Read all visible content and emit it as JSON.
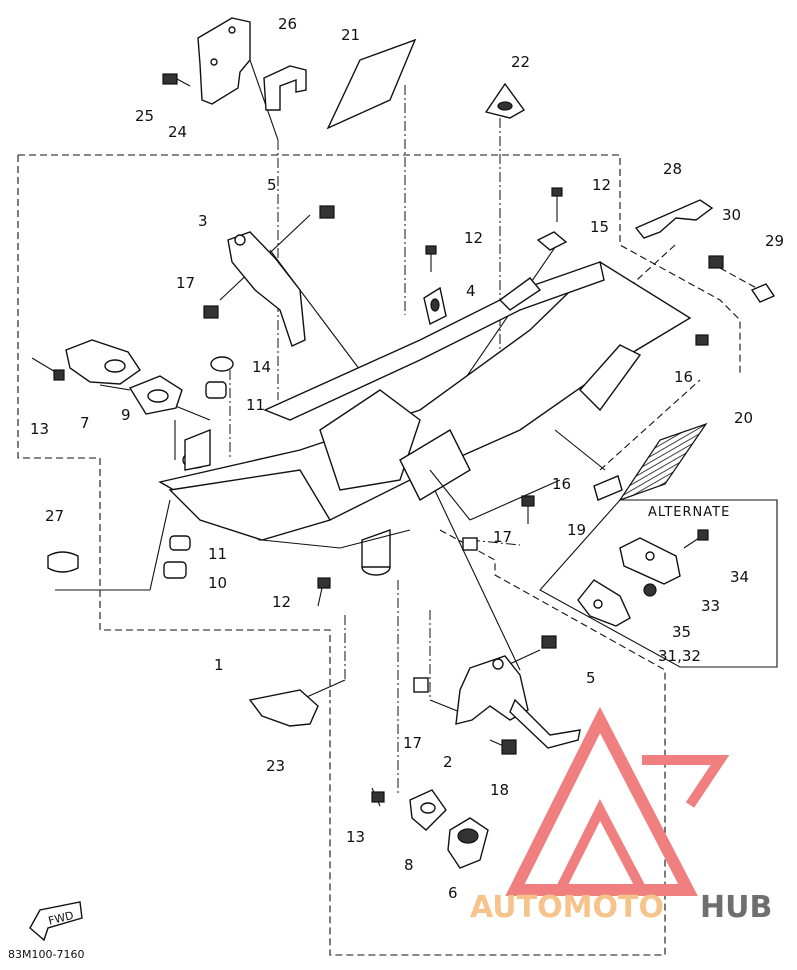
{
  "diagram": {
    "code": "83M100-7160",
    "alternate_label": "ALTERNATE",
    "fwd_label": "FWD",
    "watermark": {
      "part1": "AUTOMOTO",
      "part2": "HUB",
      "color1": "#f6c48a",
      "color2": "#6f6f6f",
      "logo_color": "#f08080"
    },
    "callouts": [
      {
        "id": "c1",
        "text": "1"
      },
      {
        "id": "c2",
        "text": "2"
      },
      {
        "id": "c3",
        "text": "3"
      },
      {
        "id": "c4",
        "text": "4"
      },
      {
        "id": "c5a",
        "text": "5"
      },
      {
        "id": "c5b",
        "text": "5"
      },
      {
        "id": "c6",
        "text": "6"
      },
      {
        "id": "c7",
        "text": "7"
      },
      {
        "id": "c8",
        "text": "8"
      },
      {
        "id": "c9",
        "text": "9"
      },
      {
        "id": "c10",
        "text": "10"
      },
      {
        "id": "c11a",
        "text": "11"
      },
      {
        "id": "c11b",
        "text": "11"
      },
      {
        "id": "c12a",
        "text": "12"
      },
      {
        "id": "c12b",
        "text": "12"
      },
      {
        "id": "c12c",
        "text": "12"
      },
      {
        "id": "c13a",
        "text": "13"
      },
      {
        "id": "c13b",
        "text": "13"
      },
      {
        "id": "c14",
        "text": "14"
      },
      {
        "id": "c15",
        "text": "15"
      },
      {
        "id": "c16a",
        "text": "16"
      },
      {
        "id": "c16b",
        "text": "16"
      },
      {
        "id": "c17a",
        "text": "17"
      },
      {
        "id": "c17b",
        "text": "17"
      },
      {
        "id": "c17c",
        "text": "17"
      },
      {
        "id": "c18",
        "text": "18"
      },
      {
        "id": "c19",
        "text": "19"
      },
      {
        "id": "c20",
        "text": "20"
      },
      {
        "id": "c21",
        "text": "21"
      },
      {
        "id": "c22",
        "text": "22"
      },
      {
        "id": "c23",
        "text": "23"
      },
      {
        "id": "c24",
        "text": "24"
      },
      {
        "id": "c25",
        "text": "25"
      },
      {
        "id": "c26",
        "text": "26"
      },
      {
        "id": "c27",
        "text": "27"
      },
      {
        "id": "c28",
        "text": "28"
      },
      {
        "id": "c29",
        "text": "29"
      },
      {
        "id": "c30",
        "text": "30"
      },
      {
        "id": "c3132",
        "text": "31,32"
      },
      {
        "id": "c33",
        "text": "33"
      },
      {
        "id": "c34",
        "text": "34"
      },
      {
        "id": "c35",
        "text": "35"
      }
    ]
  }
}
